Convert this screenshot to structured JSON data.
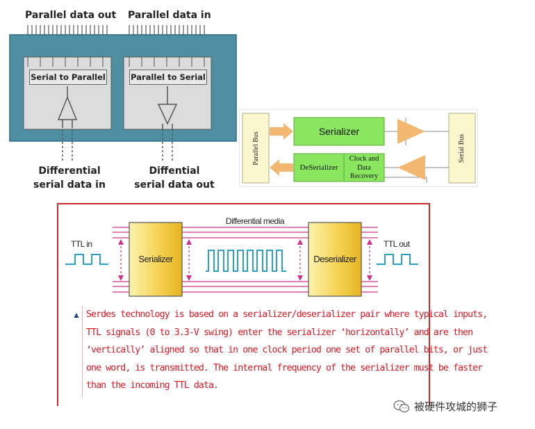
{
  "fig1": {
    "label_parallel_out": "Parallel data out",
    "label_parallel_in": "Parallel data in",
    "block_left": "Serial to Parallel",
    "block_right": "Parallel to Serial",
    "label_diff_in_line1": "Differential",
    "label_diff_in_line2": "serial data in",
    "label_diff_out_line1": "Diffential",
    "label_diff_out_line2": "serial data out",
    "colors": {
      "panel": "#4e8fa3",
      "block": "#dcdcdc"
    }
  },
  "fig2": {
    "parallel_bus": "Parallel Bus",
    "serial_bus": "Serial Bus",
    "serializer": "Serializer",
    "deserializer": "DeSerializer",
    "cdr_line1": "Clock and",
    "cdr_line2": "Data",
    "cdr_line3": "Recovery",
    "colors": {
      "bus": "#fbf7cf",
      "green": "#8ae65e",
      "arrow": "#f2b872"
    }
  },
  "fig3": {
    "media_label": "Differential media",
    "ttl_in": "TTL in",
    "ttl_out": "TTL out",
    "serializer": "Serializer",
    "deserializer": "Deserializer",
    "caption_marker": "▲",
    "caption_lines": [
      "Serdes technology is based on a serializer/deserializer pair where typical inputs,",
      "TTL signals (0 to 3.3-V swing) enter the serializer ‘horizontally’ and are then",
      "‘vertically’ aligned so that in one clock period one set of parallel bits, or just",
      "one word, is transmitted. The internal frequency of the serializer must be faster",
      "than the incoming TTL data."
    ],
    "colors": {
      "border": "#cc2a2a",
      "caption": "#e0141f",
      "wave": "#29a0c8",
      "bus": "#d0308a"
    }
  },
  "watermark": "被硬件攻城的狮子"
}
